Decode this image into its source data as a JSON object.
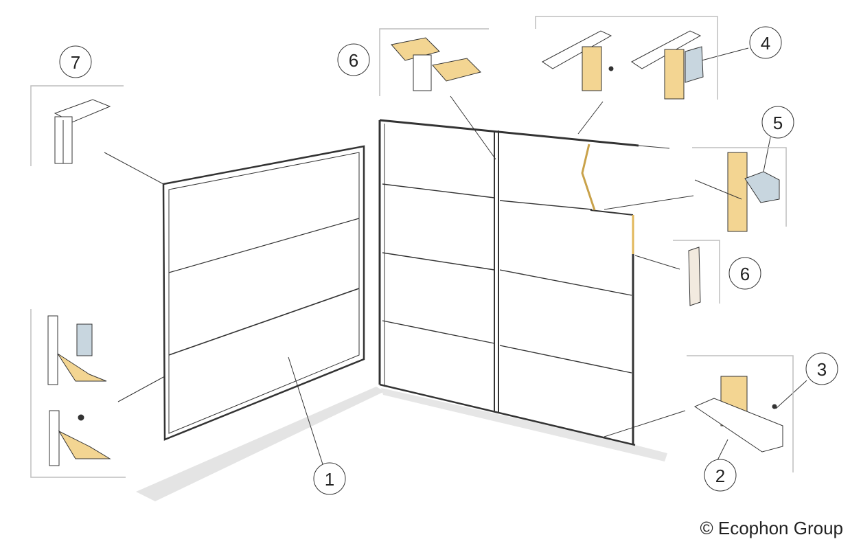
{
  "diagram": {
    "callouts": [
      "1",
      "2",
      "3",
      "4",
      "5",
      "6",
      "6",
      "7"
    ],
    "copyright": "© Ecophon Group",
    "colors": {
      "felt": "#f3d592",
      "line": "#333333",
      "bracket": "#bdbdbd",
      "shadow": "#e4e4e4",
      "clip": "#c8d6df"
    }
  }
}
